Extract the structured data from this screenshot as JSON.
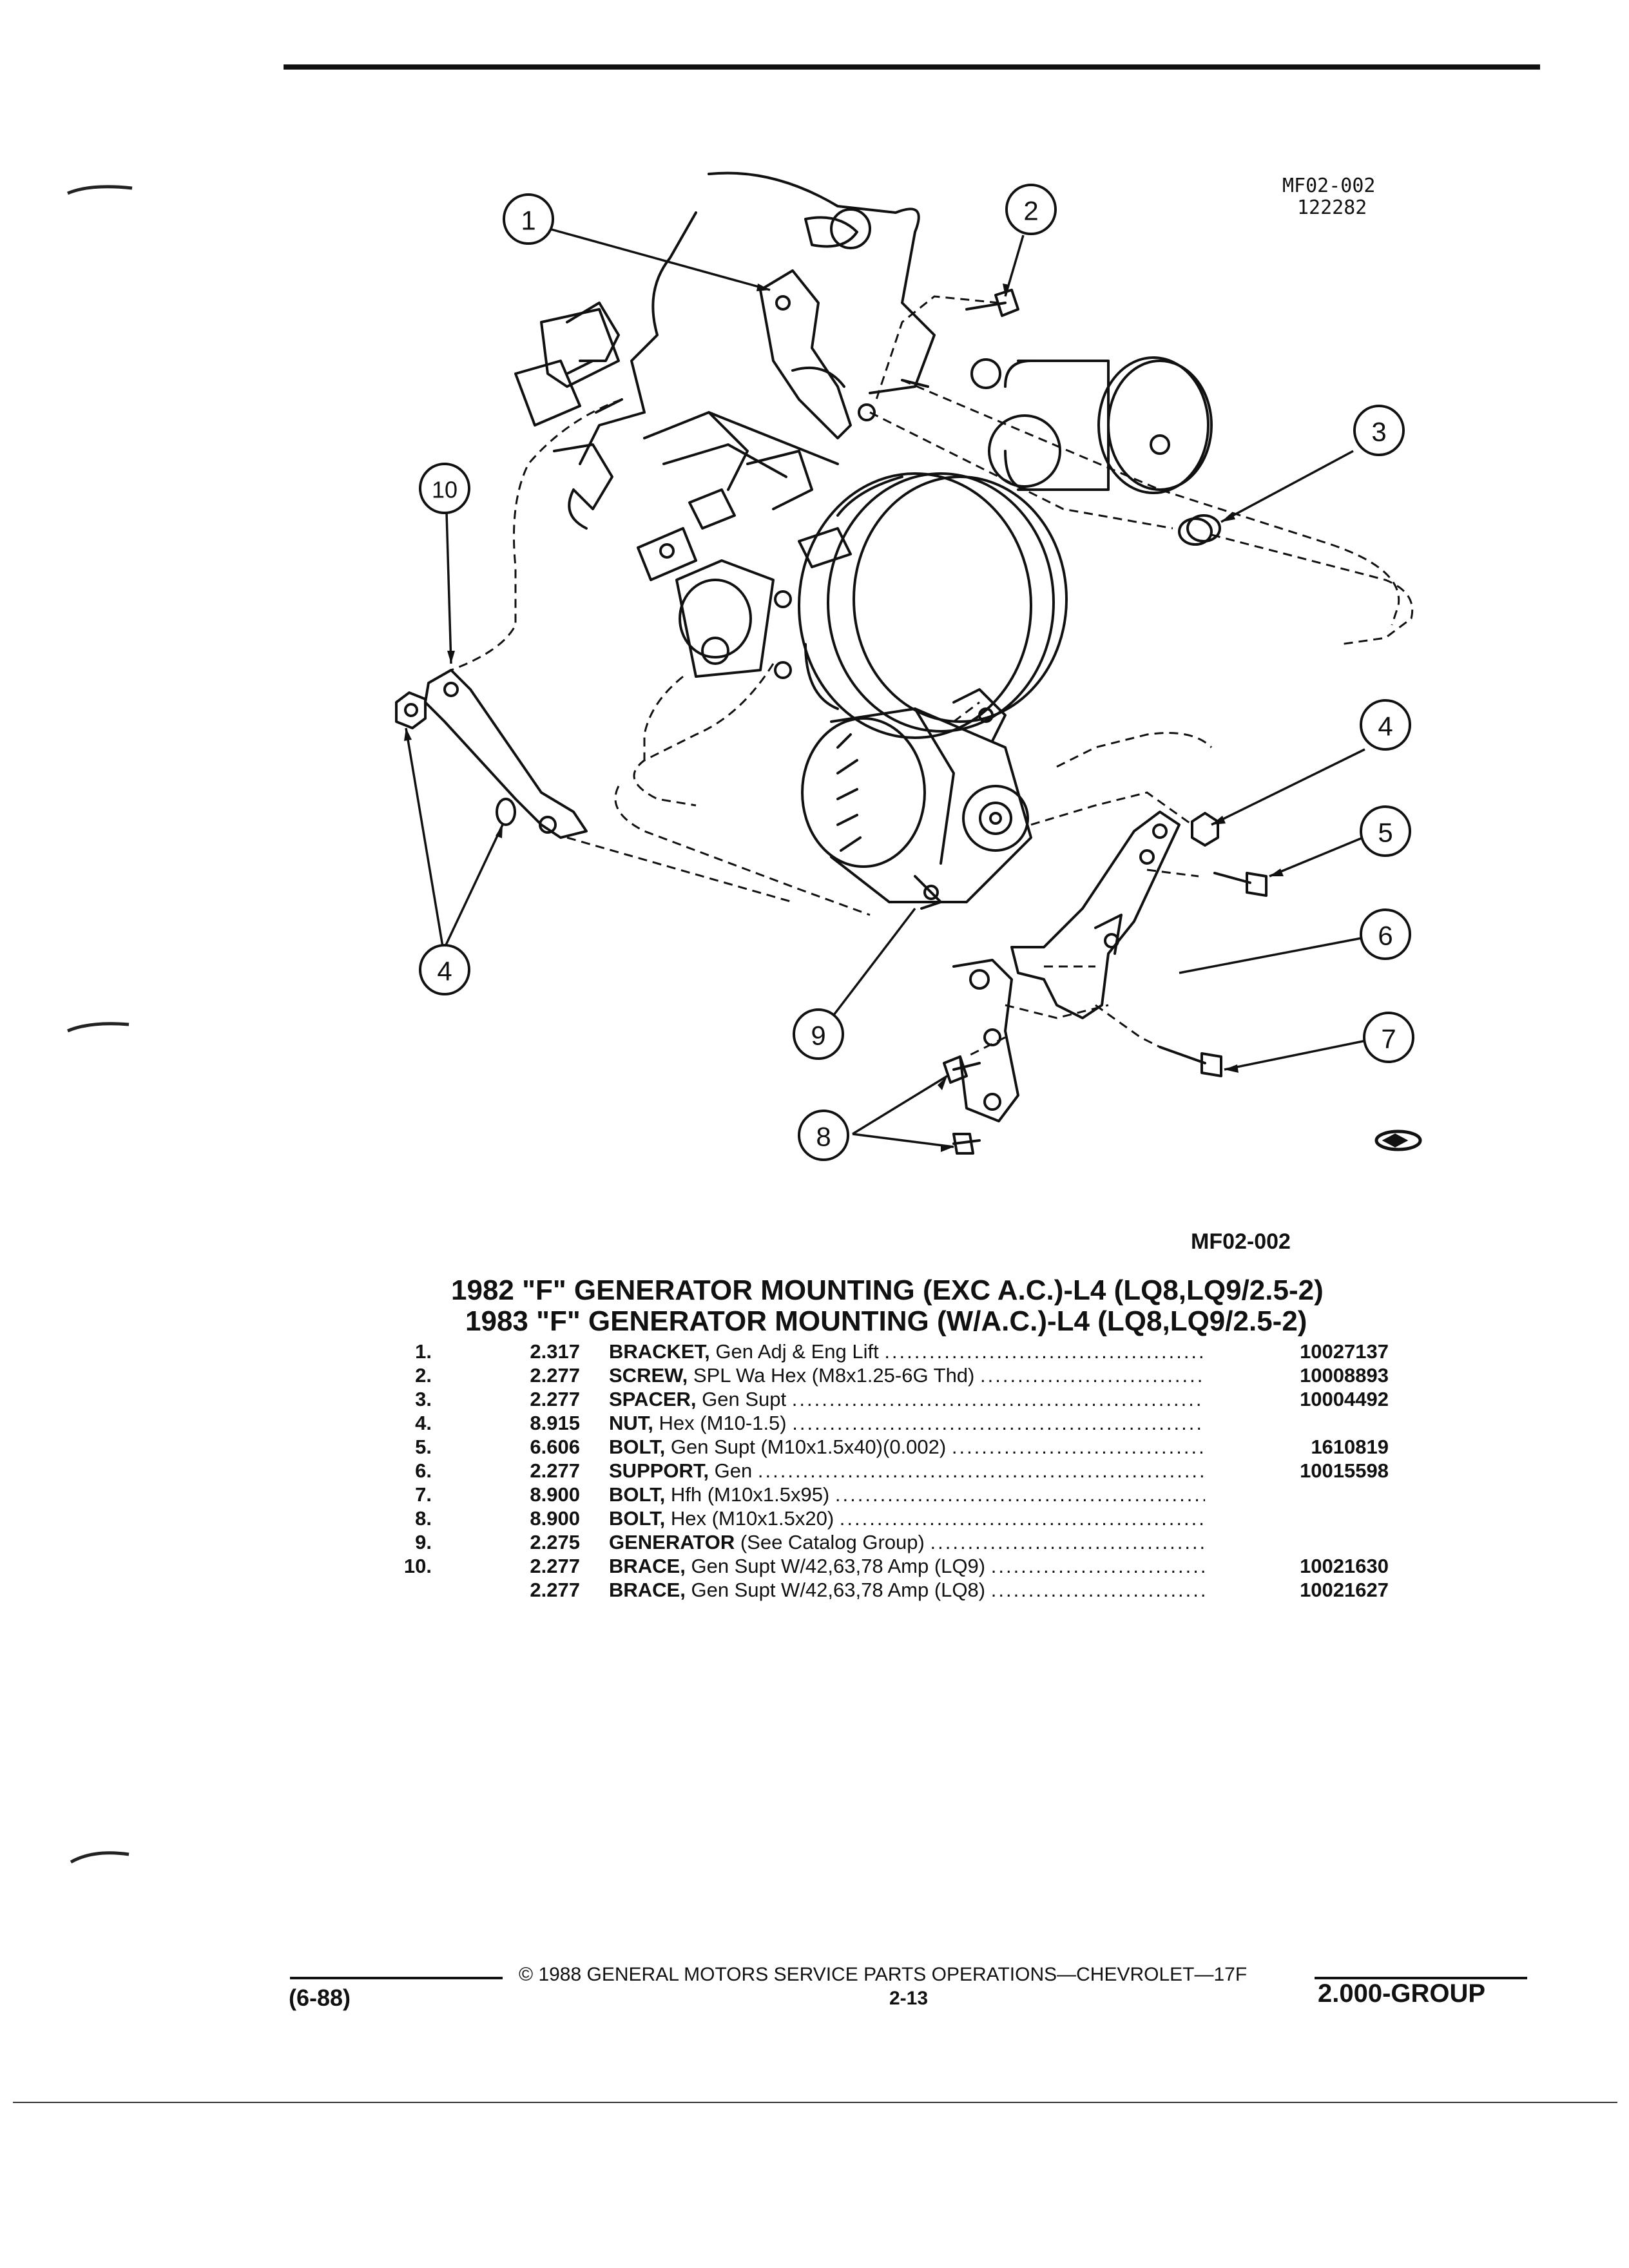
{
  "figure": {
    "code_top": "MF02-002",
    "code_top_sub": "122282",
    "code_bottom": "MF02-002",
    "callouts": [
      "1",
      "2",
      "3",
      "4",
      "5",
      "6",
      "7",
      "8",
      "9",
      "10",
      "4"
    ]
  },
  "title": {
    "line1": "1982 \"F\" GENERATOR MOUNTING (EXC A.C.)-L4 (LQ8,LQ9/2.5-2)",
    "line2": "1983 \"F\" GENERATOR MOUNTING (W/A.C.)-L4 (LQ8,LQ9/2.5-2)"
  },
  "parts": [
    {
      "item": "1.",
      "group": "2.317",
      "name": "BRACKET,",
      "desc": "Gen Adj & Eng Lift",
      "part": "10027137"
    },
    {
      "item": "2.",
      "group": "2.277",
      "name": "SCREW,",
      "desc": "SPL Wa Hex (M8x1.25-6G Thd)",
      "part": "10008893"
    },
    {
      "item": "3.",
      "group": "2.277",
      "name": "SPACER,",
      "desc": "Gen Supt",
      "part": "10004492"
    },
    {
      "item": "4.",
      "group": "8.915",
      "name": "NUT,",
      "desc": "Hex (M10-1.5)",
      "part": ""
    },
    {
      "item": "5.",
      "group": "6.606",
      "name": "BOLT,",
      "desc": "Gen Supt (M10x1.5x40)(0.002)",
      "part": "1610819"
    },
    {
      "item": "6.",
      "group": "2.277",
      "name": "SUPPORT,",
      "desc": "Gen",
      "part": "10015598"
    },
    {
      "item": "7.",
      "group": "8.900",
      "name": "BOLT,",
      "desc": "Hfh (M10x1.5x95)",
      "part": ""
    },
    {
      "item": "8.",
      "group": "8.900",
      "name": "BOLT,",
      "desc": "Hex (M10x1.5x20)",
      "part": ""
    },
    {
      "item": "9.",
      "group": "2.275",
      "name": "GENERATOR",
      "desc": "(See Catalog Group)",
      "part": ""
    },
    {
      "item": "10.",
      "group": "2.277",
      "name": "BRACE,",
      "desc": "Gen Supt W/42,63,78 Amp (LQ9)",
      "part": "10021630"
    },
    {
      "item": "",
      "group": "2.277",
      "name": "BRACE,",
      "desc": "Gen Supt W/42,63,78 Amp (LQ8)",
      "part": "10021627"
    }
  ],
  "footer": {
    "copyright": "© 1988 GENERAL MOTORS SERVICE PARTS OPERATIONS—CHEVROLET—17F",
    "page": "2-13",
    "date": "(6-88)",
    "group": "2.000-GROUP"
  },
  "colors": {
    "ink": "#111111",
    "paper": "#ffffff"
  }
}
